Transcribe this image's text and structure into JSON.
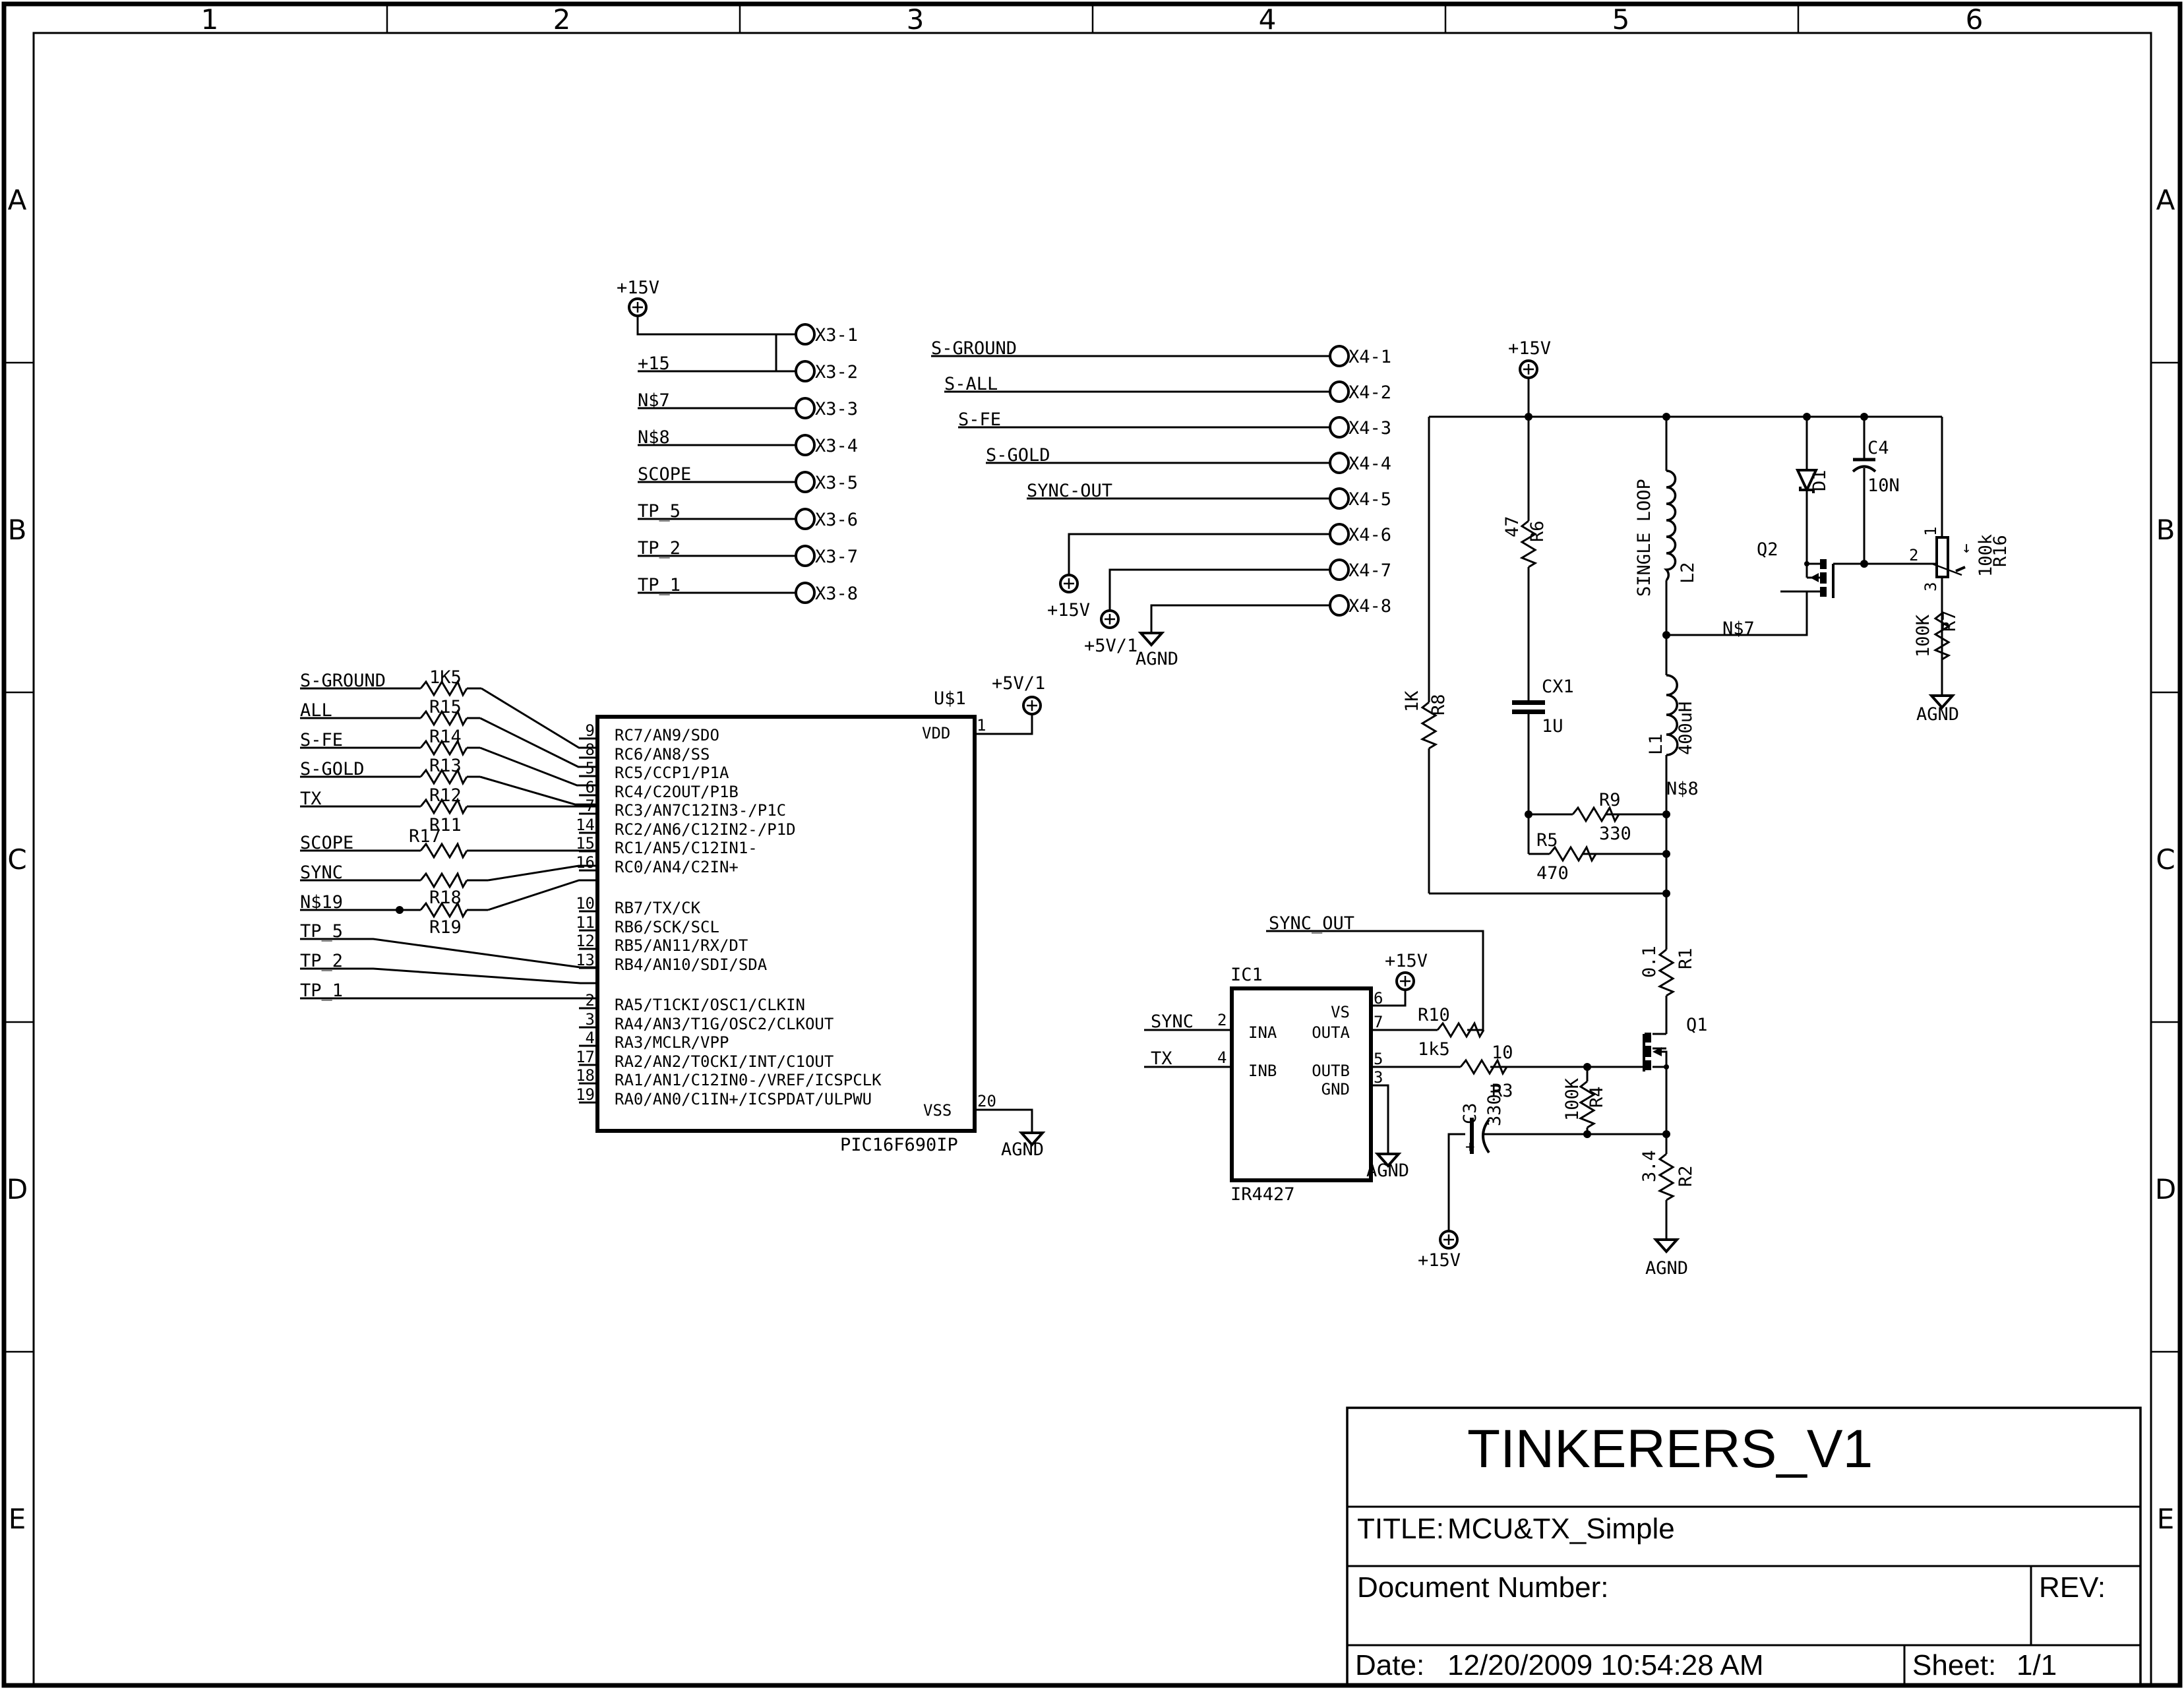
{
  "frame": {
    "columns": [
      "1",
      "2",
      "3",
      "4",
      "5",
      "6"
    ],
    "rows": [
      "A",
      "B",
      "C",
      "D",
      "E"
    ]
  },
  "title_block": {
    "project": "TINKERERS_V1",
    "title_label": "TITLE:",
    "title_value": "MCU&TX_Simple",
    "doc_number_label": "Document Number:",
    "rev_label": "REV:",
    "date_label": "Date:",
    "date_value": "12/20/2009 10:54:28 AM",
    "sheet_label": "Sheet:",
    "sheet_value": "1/1"
  },
  "x3": {
    "supply": "+15V",
    "nets": [
      "+15",
      "N$7",
      "N$8",
      "SCOPE",
      "TP_5",
      "TP_2",
      "TP_1"
    ],
    "pins": [
      "X3-1",
      "X3-2",
      "X3-3",
      "X3-4",
      "X3-5",
      "X3-6",
      "X3-7",
      "X3-8"
    ]
  },
  "x4": {
    "nets": [
      "S-GROUND",
      "S-ALL",
      "S-FE",
      "S-GOLD",
      "SYNC-OUT"
    ],
    "pins": [
      "X4-1",
      "X4-2",
      "X4-3",
      "X4-4",
      "X4-5",
      "X4-6",
      "X4-7",
      "X4-8"
    ],
    "supply_15": "+15V",
    "supply_5": "+5V/1",
    "gnd": "AGND"
  },
  "mcu": {
    "ref": "U$1",
    "part": "PIC16F690IP",
    "supply": "+5V/1",
    "gnd": "AGND",
    "vdd": "VDD",
    "vss": "VSS",
    "vdd_pin": "1",
    "vss_pin": "20",
    "pins": [
      {
        "num": "9",
        "name": "RC7/AN9/SDO"
      },
      {
        "num": "8",
        "name": "RC6/AN8/SS"
      },
      {
        "num": "5",
        "name": "RC5/CCP1/P1A"
      },
      {
        "num": "6",
        "name": "RC4/C2OUT/P1B"
      },
      {
        "num": "7",
        "name": "RC3/AN7C12IN3-/P1C"
      },
      {
        "num": "14",
        "name": "RC2/AN6/C12IN2-/P1D"
      },
      {
        "num": "15",
        "name": "RC1/AN5/C12IN1-"
      },
      {
        "num": "16",
        "name": "RC0/AN4/C2IN+"
      },
      {
        "num": "10",
        "name": "RB7/TX/CK"
      },
      {
        "num": "11",
        "name": "RB6/SCK/SCL"
      },
      {
        "num": "12",
        "name": "RB5/AN11/RX/DT"
      },
      {
        "num": "13",
        "name": "RB4/AN10/SDI/SDA"
      },
      {
        "num": "2",
        "name": "RA5/T1CKI/OSC1/CLKIN"
      },
      {
        "num": "3",
        "name": "RA4/AN3/T1G/OSC2/CLKOUT"
      },
      {
        "num": "4",
        "name": "RA3/MCLR/VPP"
      },
      {
        "num": "17",
        "name": "RA2/AN2/T0CKI/INT/C1OUT"
      },
      {
        "num": "18",
        "name": "RA1/AN1/C12IN0-/VREF/ICSPCLK"
      },
      {
        "num": "19",
        "name": "RA0/AN0/C1IN+/ICSPDAT/ULPWU"
      }
    ]
  },
  "mcu_inputs": {
    "nets": [
      "S-GROUND",
      "ALL",
      "S-FE",
      "S-GOLD",
      "TX",
      "SCOPE",
      "SYNC",
      "N$19",
      "TP_5",
      "TP_2",
      "TP_1"
    ],
    "resistors": {
      "r15_value": "1K5",
      "r15": "R15",
      "r14": "R14",
      "r13": "R13",
      "r12": "R12",
      "r11": "R11",
      "r17": "R17",
      "r18": "R18",
      "r19": "R19"
    }
  },
  "driver": {
    "ref": "IC1",
    "part": "IR4427",
    "supply": "+15V",
    "gnd": "AGND",
    "pins": {
      "ina": "INA",
      "inb": "INB",
      "vs": "VS",
      "outa": "OUTA",
      "outb": "OUTB",
      "gnd": "GND",
      "n2": "2",
      "n4": "4",
      "n6": "6",
      "n7": "7",
      "n5": "5",
      "n3": "3"
    },
    "in_sync": "SYNC",
    "in_tx": "TX",
    "sync_out": "SYNC_OUT",
    "r10": "R10",
    "r10_value": "1k5",
    "r3": "R3",
    "r3_value": "10",
    "r4": "R4",
    "r4_value": "100K",
    "c3": "C3",
    "c3_value": "330u",
    "c3_supply": "+15V"
  },
  "power_stage": {
    "supply": "+15V",
    "r6": "R6",
    "r6_value": "47",
    "r8": "R8",
    "r8_value": "1K",
    "cx1": "CX1",
    "cx1_value": "1U",
    "l2": "L2",
    "l2_value": "SINGLE LOOP",
    "l1": "L1",
    "l1_value": "400uH",
    "n7": "N$7",
    "n8": "N$8",
    "r9": "R9",
    "r9_value": "330",
    "r5": "R5",
    "r5_value": "470",
    "r1": "R1",
    "r1_value": "0.1",
    "q1": "Q1",
    "r2": "R2",
    "r2_value": "3.4",
    "gnd": "AGND",
    "d1": "D1",
    "c4": "C4",
    "c4_value": "10N",
    "q2": "Q2",
    "r16": "R16",
    "r16_value": "100k",
    "r16_pins": [
      "1",
      "2",
      "3"
    ],
    "r7": "R7",
    "r7_value": "100K",
    "gnd2": "AGND"
  }
}
